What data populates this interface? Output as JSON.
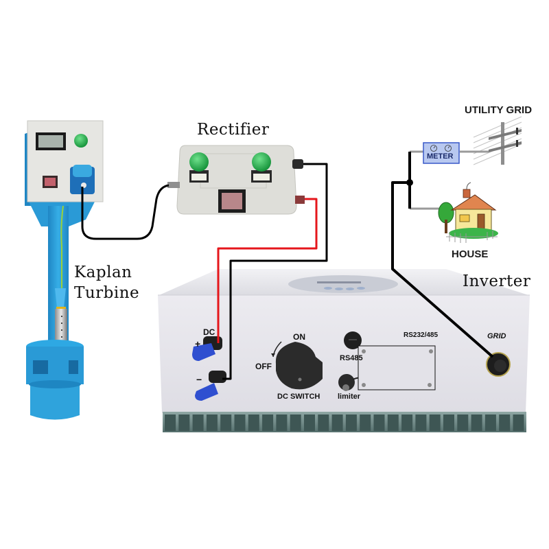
{
  "diagram": {
    "title": "Micro hydro Kaplan turbine grid-tie system",
    "components": {
      "turbine": {
        "label_line1": "Kaplan",
        "label_line2": "Turbine"
      },
      "rectifier": {
        "label": "Rectifier"
      },
      "inverter": {
        "label": "Inverter",
        "ports": {
          "dc": "DC",
          "dc_plus": "+",
          "dc_minus": "−",
          "switch_on": "ON",
          "switch_off": "OFF",
          "dc_switch": "DC SWITCH",
          "rs485": "RS485",
          "limiter": "limiter",
          "rs232_485": "RS232/485",
          "grid": "GRID"
        }
      },
      "meter": {
        "label": "METER"
      },
      "utility_grid": {
        "label": "UTILITY GRID"
      },
      "house": {
        "label": "HOUSE"
      }
    },
    "connections": [
      {
        "from": "turbine",
        "to": "rectifier",
        "wire": "black",
        "type": "AC"
      },
      {
        "from": "rectifier",
        "to": "inverter.dc_plus",
        "wire": "red",
        "type": "DC+"
      },
      {
        "from": "rectifier",
        "to": "inverter.dc_minus",
        "wire": "black",
        "type": "DC-"
      },
      {
        "from": "inverter.grid",
        "to": "junction",
        "wire": "black"
      },
      {
        "from": "junction",
        "to": "meter",
        "wire": "gray"
      },
      {
        "from": "meter",
        "to": "utility_grid",
        "wire": "gray"
      },
      {
        "from": "junction",
        "to": "house",
        "wire": "gray"
      }
    ],
    "colors": {
      "turbine_blue": "#2fa3dc",
      "panel_gray": "#e6e6e2",
      "indicator_green": "#1fb04a",
      "wire_black": "#000000",
      "wire_red": "#e5161b",
      "inverter_body": "#e9e8ee",
      "heatsink": "#6f8c8a",
      "connector_blue": "#2f4fd0",
      "meter_fill": "#b8c8f0"
    }
  }
}
